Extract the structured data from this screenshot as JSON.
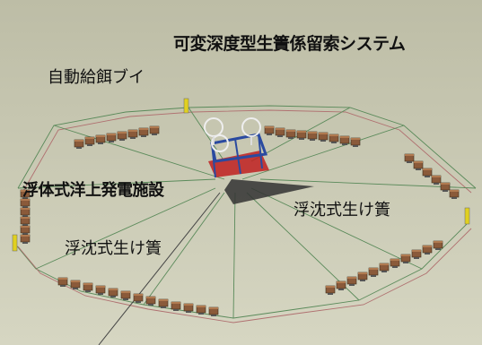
{
  "labels": {
    "title": "可変深度型生簀係留索システム",
    "buoy": "自動給餌ブイ",
    "platform": "浮体式洋上発電施設",
    "pen_right": "浮沈式生け簀",
    "pen_left": "浮沈式生け簀"
  },
  "colors": {
    "sea": "#c8c8b0",
    "mooring_line": "#5a8a5a",
    "cage": "#8a5a3a",
    "platform_frame": "#2a4aa0",
    "platform_base": "#c02020",
    "buoy": "#e0d020"
  }
}
